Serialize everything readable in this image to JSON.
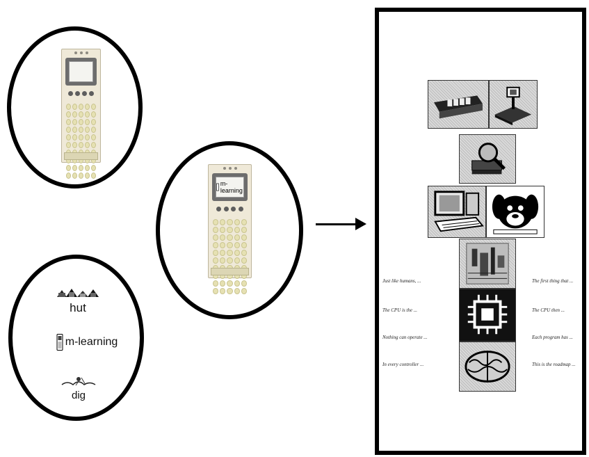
{
  "phone2": {
    "screen_text": "m-learning"
  },
  "words": [
    {
      "label": "hut",
      "icon": "hut-icon"
    },
    {
      "label": "m-learning",
      "icon": "phone-icon"
    },
    {
      "label": "dig",
      "icon": "dig-icon"
    }
  ],
  "panel": {
    "left_captions": [
      "Just like humans, ...",
      "The CPU is the ...",
      "Nothing can operate ...",
      "In every controller ..."
    ],
    "right_captions": [
      "The first thing that ...",
      "The CPU then ...",
      "Each program has ...",
      "This is the roadmap ..."
    ]
  }
}
